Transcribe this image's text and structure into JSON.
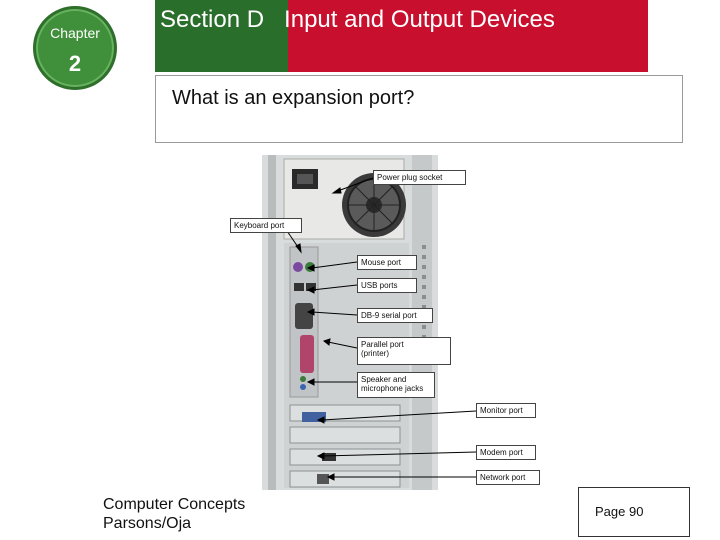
{
  "badge": {
    "chapter_label": "Chapter",
    "chapter_number": "2"
  },
  "header": {
    "title": "Section D   Input and Output Devices"
  },
  "question": {
    "text": "What is an expansion port?"
  },
  "ports": {
    "power": "Power plug socket",
    "keyboard": "Keyboard port",
    "mouse": "Mouse port",
    "usb": "USB ports",
    "db9": "DB-9 serial port",
    "parallel_line1": "Parallel port",
    "parallel_line2": "(printer)",
    "speaker_line1": "Speaker and",
    "speaker_line2": "microphone jacks",
    "monitor": "Monitor port",
    "modem": "Modem port",
    "network": "Network port"
  },
  "footer": {
    "line1": "Computer Concepts",
    "line2": "Parsons/Oja",
    "page": "Page 90"
  },
  "colors": {
    "header_red": "#c8102e",
    "header_green": "#2a6e2c",
    "badge_green": "#3f8f3b"
  }
}
